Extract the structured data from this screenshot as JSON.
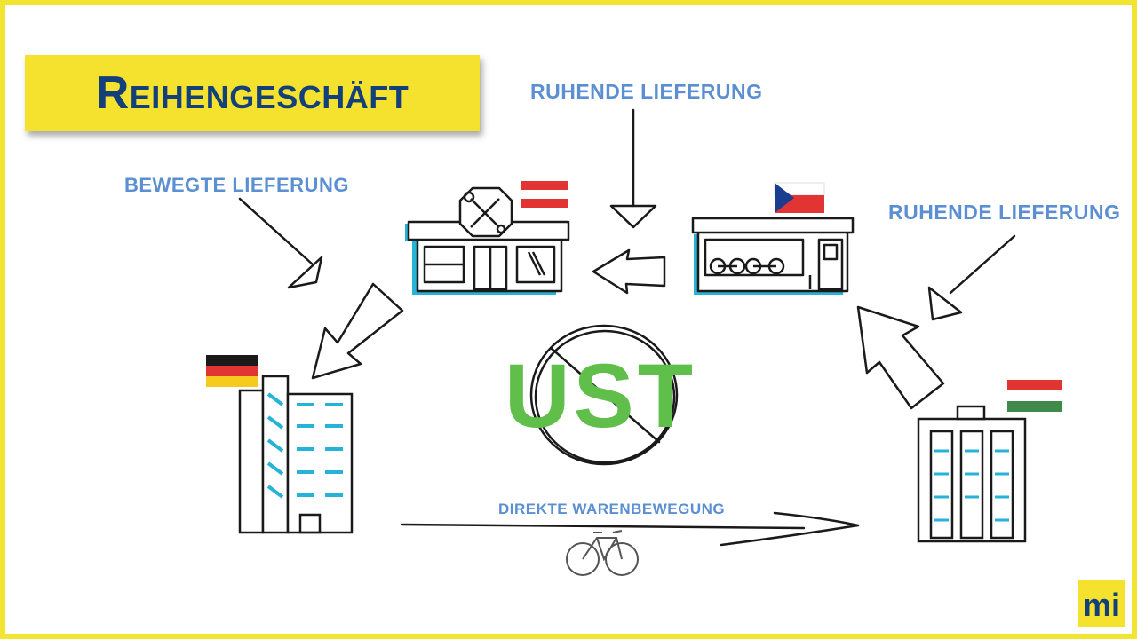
{
  "title": "Reihengeschäft",
  "labels": {
    "ruhende_top": "RUHENDE LIEFERUNG",
    "bewegte": "BEWEGTE LIEFERUNG",
    "ruhende_right": "RUHENDE LIEFERUNG",
    "direkte": "DIREKTE WARENBEWEGUNG"
  },
  "ust_text": "UST",
  "logo_text": "mi",
  "colors": {
    "badge": "#f4e22e",
    "title": "#133f7a",
    "label": "#5b8fd1",
    "ust": "#5fbf4a",
    "accent": "#27b2d8",
    "frame": "#f2e531"
  },
  "icons": {
    "germany": "germany-flag-icon",
    "austria": "austria-flag-icon",
    "czech": "czech-flag-icon",
    "hungary": "hungary-flag-icon",
    "tools": "tools-icon",
    "bicycle": "bicycle-icon"
  }
}
